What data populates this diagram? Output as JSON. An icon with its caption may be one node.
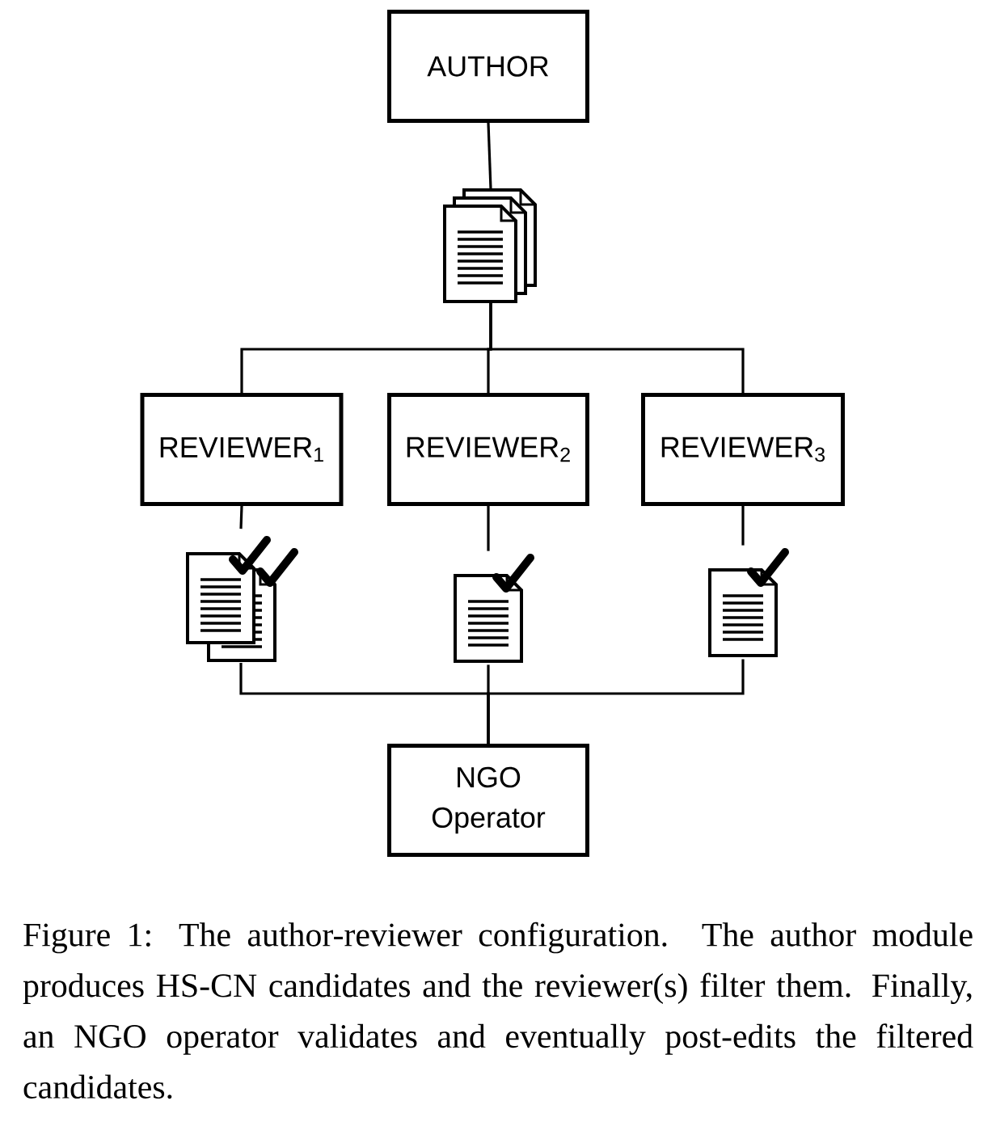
{
  "diagram": {
    "caption": "Figure 1: The author-reviewer configuration. The author module produces HS-CN candidates and the reviewer(s) filter them. Finally, an NGO operator validates and eventually post-edits the filtered candidates.",
    "nodes": [
      {
        "text": [
          "AUTHOR"
        ]
      },
      {
        "text": [],
        "shape": "picture"
      },
      {
        "text": [
          "REVIEWER$_{1}$"
        ]
      },
      {
        "text": [
          "REVIEWER$_{2}$"
        ]
      },
      {
        "text": [
          "REVIEWER$_{3}$"
        ]
      },
      {
        "text": [],
        "shape": "picture"
      },
      {
        "text": [],
        "shape": "picture"
      },
      {
        "text": [],
        "shape": "picture"
      },
      {
        "text": [
          "NGO Operator"
        ]
      }
    ],
    "edges": [
      {
        "from": 0,
        "to": 1,
        "arrow": "none"
      },
      {
        "from": 1,
        "to": 2,
        "arrow": "none"
      },
      {
        "from": 1,
        "to": 3,
        "arrow": "none"
      },
      {
        "from": 1,
        "to": 4,
        "arrow": "none"
      },
      {
        "from": 2,
        "to": 5,
        "arrow": "none"
      },
      {
        "from": 3,
        "to": 6,
        "arrow": "none"
      },
      {
        "from": 4,
        "to": 7,
        "arrow": "none"
      },
      {
        "from": 5,
        "to": 8,
        "arrow": "none"
      },
      {
        "from": 6,
        "to": 8,
        "arrow": "none"
      },
      {
        "from": 7,
        "to": 8,
        "arrow": "none"
      }
    ]
  }
}
